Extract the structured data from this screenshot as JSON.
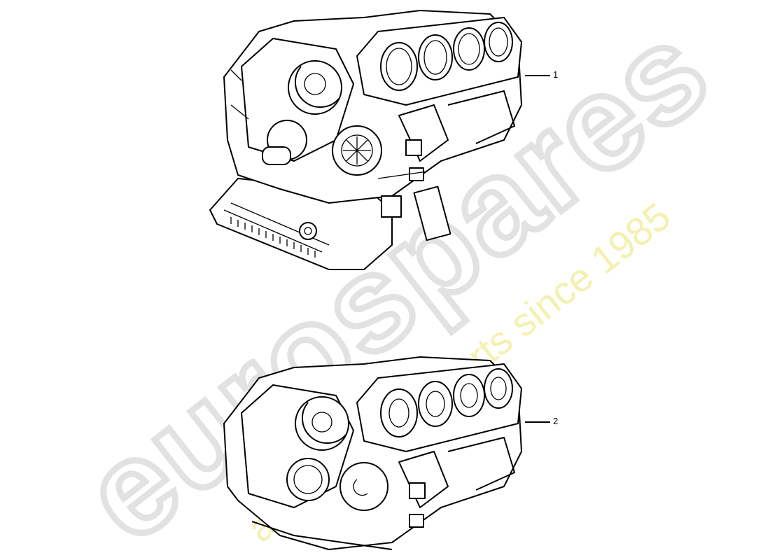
{
  "diagram": {
    "parts": [
      {
        "label": "1",
        "description_icon": "engine-block-with-oil-pan"
      },
      {
        "label": "2",
        "description_icon": "engine-block"
      }
    ]
  },
  "watermark": {
    "brand": "eurospares",
    "tagline": "a passion for parts since 1985",
    "brand_color": "#e6e6e6",
    "tagline_color": "#f3f0a8"
  }
}
